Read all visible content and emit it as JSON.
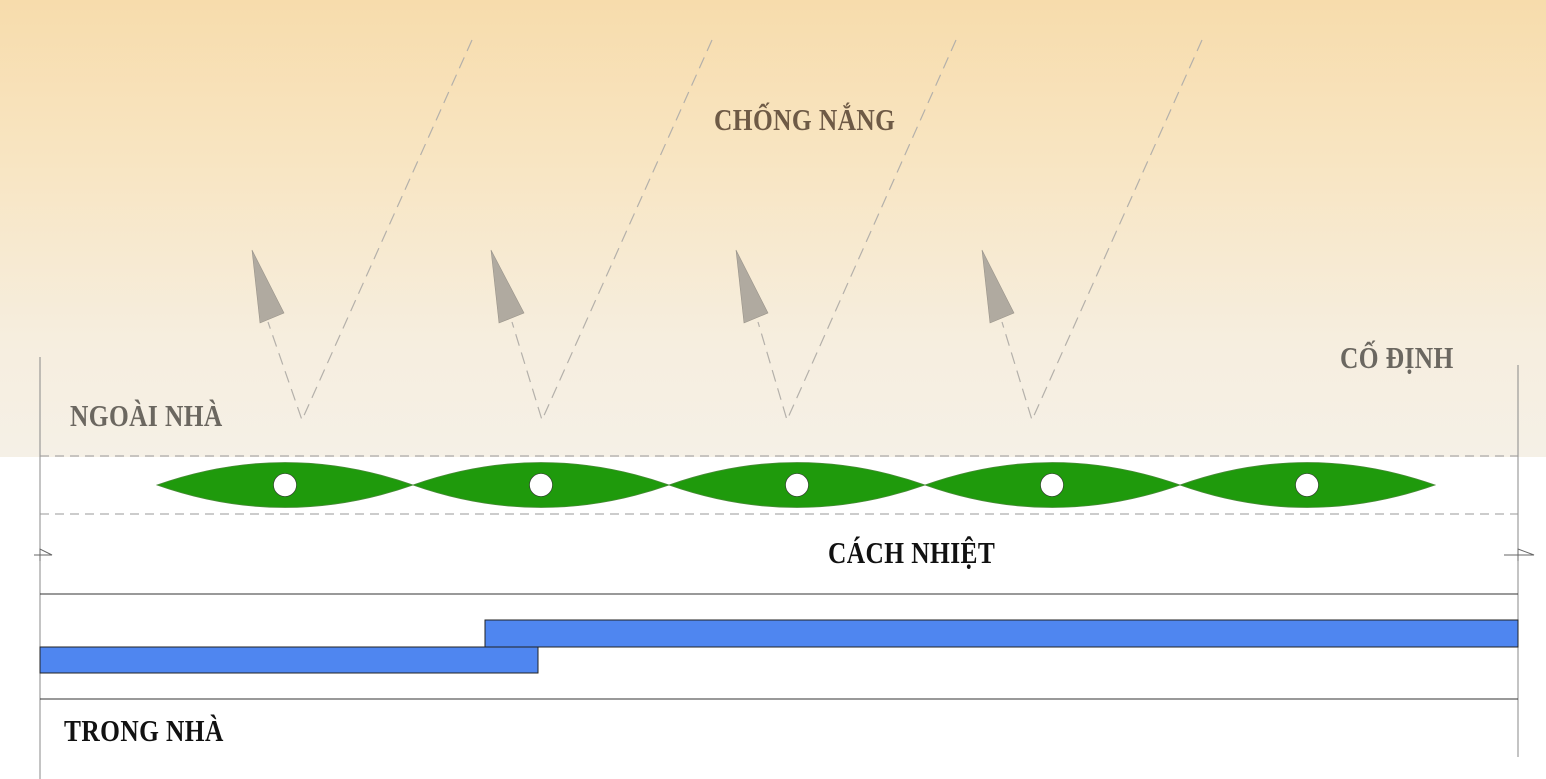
{
  "labels": {
    "outside": "NGOÀI NHÀ",
    "sun_shading": "CHỐNG NẮNG",
    "fixed": "CỐ ĐỊNH",
    "insulation": "CÁCH NHIỆT",
    "inside": "TRONG NHÀ"
  },
  "colors": {
    "outside_label": "#6b6760",
    "heading_label": "#6e5a46",
    "dark_label": "#111111",
    "louver": "#1f9a0c",
    "insulation_panel": "#4f86f0",
    "arrow_fill": "#b0aaa0",
    "ray_line": "#b4b0aa",
    "sky_top": "#f7dcac",
    "sky_bottom": "#f5f0e6"
  },
  "louvers": [
    {
      "name": "louver-1"
    },
    {
      "name": "louver-2"
    },
    {
      "name": "louver-3"
    },
    {
      "name": "louver-4"
    },
    {
      "name": "louver-5"
    }
  ],
  "sun_rays": [
    {
      "name": "sun-ray-1"
    },
    {
      "name": "sun-ray-2"
    },
    {
      "name": "sun-ray-3"
    },
    {
      "name": "sun-ray-4"
    }
  ]
}
